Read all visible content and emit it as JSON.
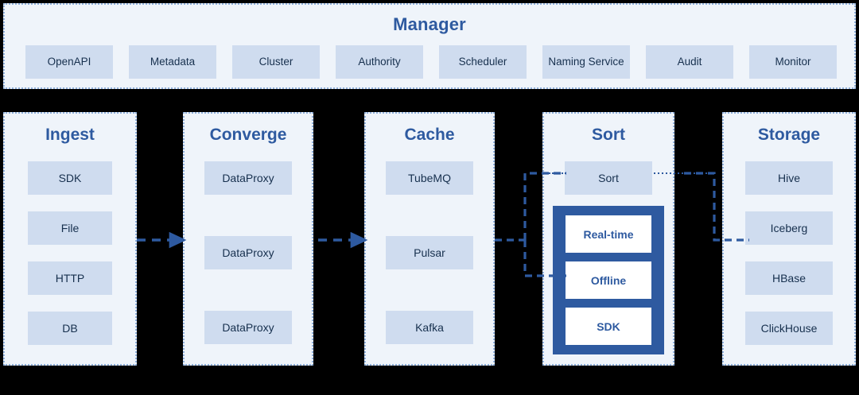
{
  "manager": {
    "title": "Manager",
    "modules": [
      {
        "label": "OpenAPI"
      },
      {
        "label": "Metadata"
      },
      {
        "label": "Cluster"
      },
      {
        "label": "Authority"
      },
      {
        "label": "Scheduler"
      },
      {
        "label": "Naming Service"
      },
      {
        "label": "Audit"
      },
      {
        "label": "Monitor"
      }
    ]
  },
  "columns": {
    "ingest": {
      "title": "Ingest",
      "items": [
        {
          "label": "SDK"
        },
        {
          "label": "File"
        },
        {
          "label": "HTTP"
        },
        {
          "label": "DB"
        }
      ]
    },
    "converge": {
      "title": "Converge",
      "items": [
        {
          "label": "DataProxy"
        },
        {
          "label": "DataProxy"
        },
        {
          "label": "DataProxy"
        }
      ]
    },
    "cache": {
      "title": "Cache",
      "items": [
        {
          "label": "TubeMQ"
        },
        {
          "label": "Pulsar"
        },
        {
          "label": "Kafka"
        }
      ]
    },
    "sort": {
      "title": "Sort",
      "chip": "Sort",
      "engines": [
        {
          "label": "Real-time"
        },
        {
          "label": "Offline"
        },
        {
          "label": "SDK"
        }
      ]
    },
    "storage": {
      "title": "Storage",
      "items": [
        {
          "label": "Hive"
        },
        {
          "label": "Iceberg"
        },
        {
          "label": "HBase"
        },
        {
          "label": "ClickHouse"
        }
      ]
    }
  },
  "colors": {
    "accent": "#2E5AA0",
    "panel_bg": "#EFF4FA",
    "chip_bg": "#CFDCEF",
    "panel_border": "#8FB0DC",
    "text_dark": "#17304E",
    "canvas_bg": "#000000"
  },
  "connectors": [
    {
      "name": "ingest-to-converge",
      "style": "dashed-arrow"
    },
    {
      "name": "converge-to-cache",
      "style": "dashed-arrow"
    },
    {
      "name": "cache-to-sort-chip",
      "style": "dotted-elbow"
    },
    {
      "name": "cache-to-sort-offline",
      "style": "dotted-elbow"
    },
    {
      "name": "sort-chip-to-storage",
      "style": "dotted-elbow"
    }
  ]
}
